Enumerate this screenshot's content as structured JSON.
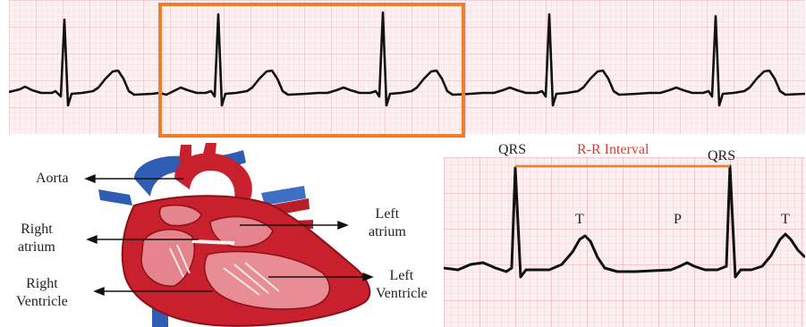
{
  "heart_labels": {
    "aorta": "Aorta",
    "right_atrium_1": "Right",
    "right_atrium_2": "atrium",
    "right_ventricle_1": "Right",
    "right_ventricle_2": "Ventricle",
    "left_atrium_1": "Left",
    "left_atrium_2": "atrium",
    "left_ventricle_1": "Left",
    "left_ventricle_2": "Ventricle"
  },
  "ecg_annotations": {
    "qrs_left": "QRS",
    "rr_interval": "R-R Interval",
    "qrs_right": "QRS",
    "t_wave_1": "T",
    "p_wave": "P",
    "t_wave_2": "T"
  },
  "colors": {
    "highlight_box": "#ef7d2b",
    "rr_line": "#ef7d2b",
    "rr_text": "#e03a2e",
    "grid_minor": "#f1d3d6",
    "grid_major": "#e4aab1",
    "trace": "#111111",
    "heart_red": "#c8202c",
    "heart_blue": "#2f5db3"
  },
  "icons": [
    "arrow-icon",
    "heart-illustration"
  ]
}
